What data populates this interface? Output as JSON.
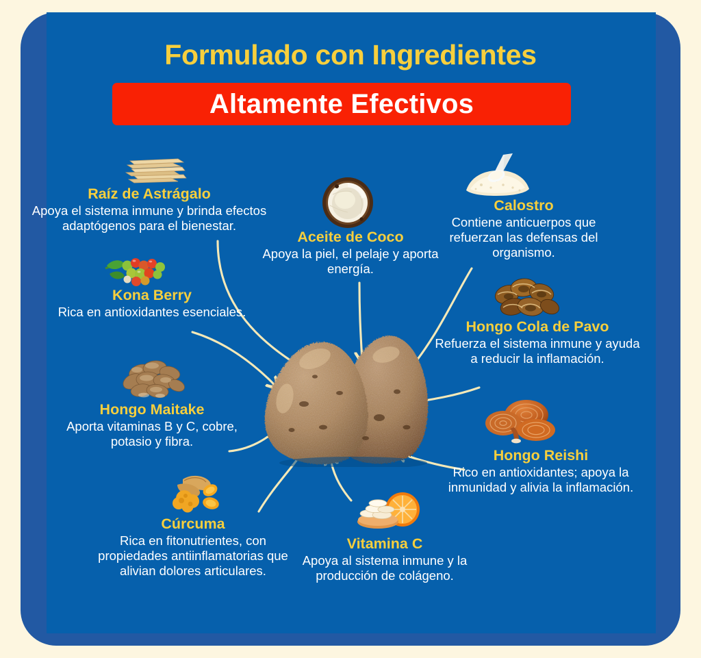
{
  "header": {
    "title": "Formulado con Ingredientes",
    "banner": "Altamente Efectivos"
  },
  "colors": {
    "page_background": "#fdf6e0",
    "panel_outer_blue": "#2259a3",
    "panel_inner_blue": "#0660ac",
    "title_yellow": "#f7cf3d",
    "banner_red": "#f92104",
    "body_text_white": "#ffffff",
    "arrow_cream": "#f5e9b8"
  },
  "ingredients": [
    {
      "id": "astragalo",
      "name": "Raíz de Astrágalo",
      "description": "Apoya el sistema inmune y brinda efectos adaptógenos para el bienestar.",
      "icon": "astragalus-root-slices-image"
    },
    {
      "id": "kona",
      "name": "Kona Berry",
      "description": "Rica en antioxidantes esenciales.",
      "icon": "kona-coffee-berries-image"
    },
    {
      "id": "maitake",
      "name": "Hongo Maitake",
      "description": "Aporta vitaminas B y C, cobre, potasio y fibra.",
      "icon": "maitake-mushroom-image"
    },
    {
      "id": "curcuma",
      "name": "Cúrcuma",
      "description": "Rica en fitonutrientes, con propiedades antiinflamatorias que alivian dolores articulares.",
      "icon": "turmeric-root-image"
    },
    {
      "id": "coco",
      "name": "Aceite de Coco",
      "description": "Apoya la piel, el pelaje y aporta energía.",
      "icon": "coconut-half-image"
    },
    {
      "id": "vitaminac",
      "name": "Vitamina C",
      "description": "Apoya al sistema inmune y la producción de colágeno.",
      "icon": "orange-and-tablets-image"
    },
    {
      "id": "calostro",
      "name": "Calostro",
      "description": "Contiene anticuerpos que refuerzan las defensas del organismo.",
      "icon": "colostrum-powder-scoop-image"
    },
    {
      "id": "colapavo",
      "name": "Hongo Cola de Pavo",
      "description": "Refuerza el sistema inmune y ayuda a reducir la inflamación.",
      "icon": "turkey-tail-mushroom-image"
    },
    {
      "id": "reishi",
      "name": "Hongo Reishi",
      "description": "Rico en antioxidantes; apoya la inmunidad y alivia la inflamación.",
      "icon": "reishi-mushroom-image"
    }
  ],
  "center": {
    "label": "supplement-treat-nuggets-image"
  }
}
